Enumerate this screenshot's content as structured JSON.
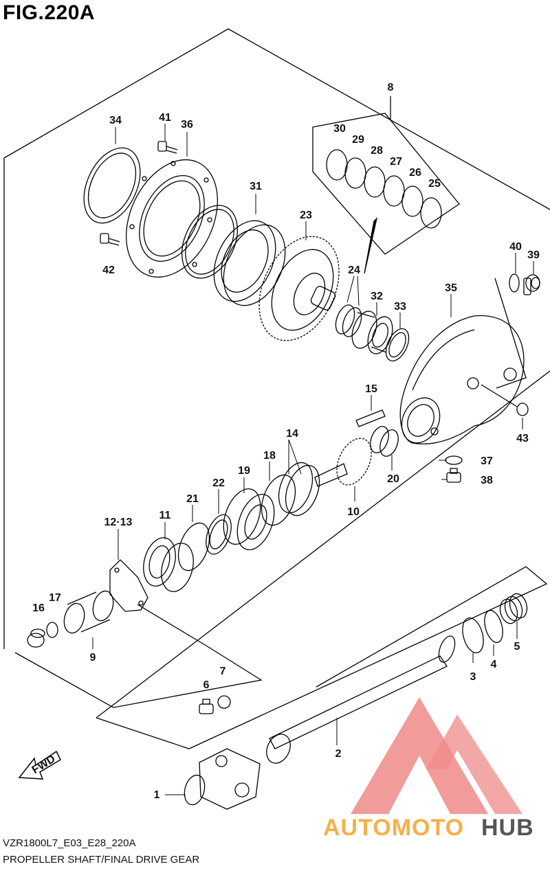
{
  "figure": {
    "title": "FIG.220A",
    "code": "VZR1800L7_E03_E28_220A",
    "name": "PROPELLER SHAFT/FINAL DRIVE GEAR"
  },
  "fwd_label": "FWD",
  "watermark": {
    "brand_part1": "AUTOMOTO",
    "brand_part2": "HUB",
    "color_primary": "#f08a8a",
    "color_accent": "#f5b04a",
    "color_dark": "#555555"
  },
  "parts": {
    "p1": "1",
    "p2": "2",
    "p3": "3",
    "p4": "4",
    "p5": "5",
    "p6": "6",
    "p7": "7",
    "p8": "8",
    "p9": "9",
    "p10": "10",
    "p11": "11",
    "p12_13": "12·13",
    "p14": "14",
    "p15": "15",
    "p16": "16",
    "p17": "17",
    "p18": "18",
    "p19": "19",
    "p20": "20",
    "p21": "21",
    "p22": "22",
    "p23": "23",
    "p24": "24",
    "p25": "25",
    "p26": "26",
    "p27": "27",
    "p28": "28",
    "p29": "29",
    "p30": "30",
    "p31": "31",
    "p32": "32",
    "p33": "33",
    "p34": "34",
    "p35": "35",
    "p36": "36",
    "p37": "37",
    "p38": "38",
    "p39": "39",
    "p40": "40",
    "p41": "41",
    "p42": "42",
    "p43": "43"
  }
}
